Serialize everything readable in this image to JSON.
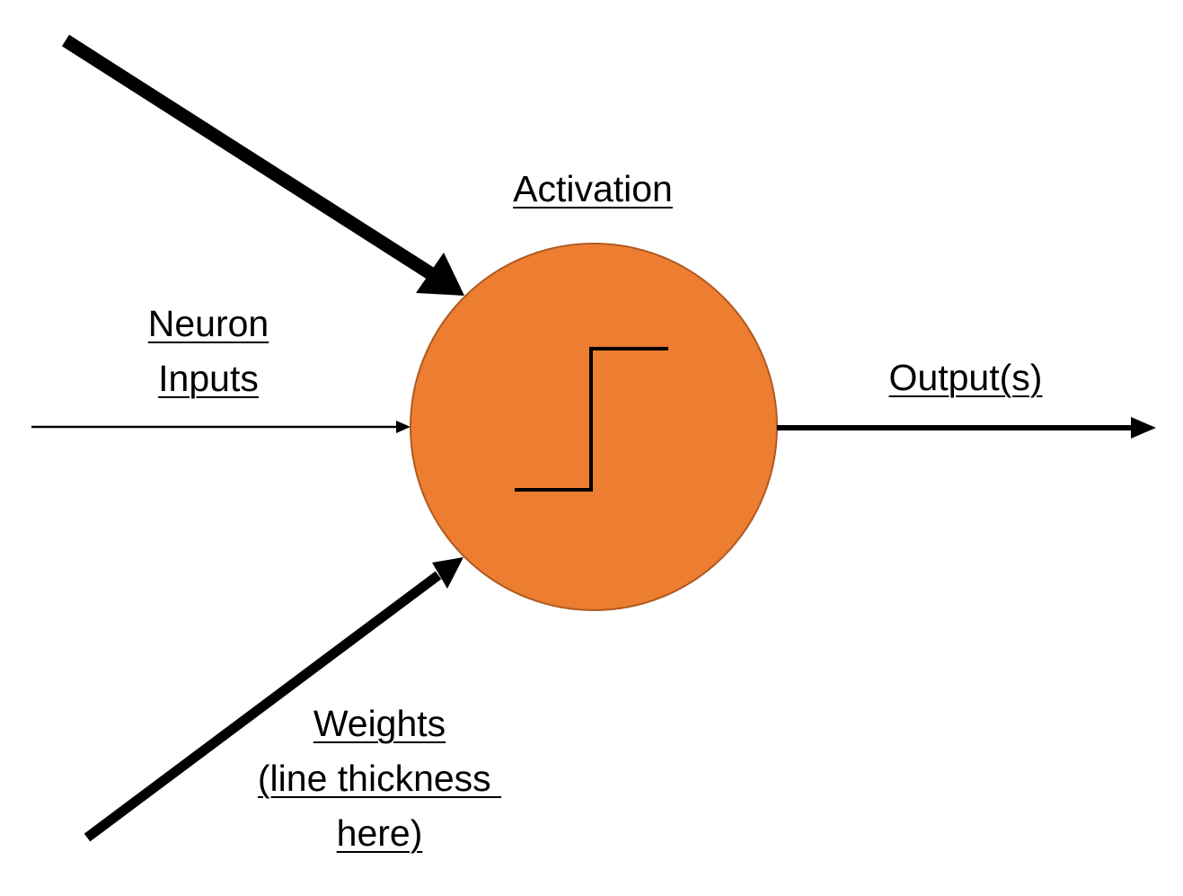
{
  "diagram": {
    "labels": {
      "activation": "Activation",
      "neuron_inputs_line1": "Neuron",
      "neuron_inputs_line2": "Inputs",
      "outputs": "Output(s)",
      "weights_line1": "Weights",
      "weights_line2": "(line thickness ",
      "weights_line3": "here)"
    },
    "neuron": {
      "fill_color": "#ED7D31",
      "stroke_color": "#AE5A21",
      "activation_icon": "step-function-icon"
    },
    "arrow_color": "#000000"
  }
}
